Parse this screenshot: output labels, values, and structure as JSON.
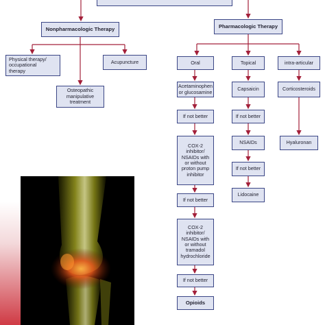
{
  "nodes": {
    "nonpharm": "Nonpharmacologic Therapy",
    "pharm": "Pharmacologic Therapy",
    "physical": "Physical therapy/\noccupational\ntherapy",
    "acupuncture": "Acupuncture",
    "osteopathic": "Osteopathic\nmanipulative\ntreatment",
    "oral": "Oral",
    "topical": "Topical",
    "intra": "intra-articular",
    "acetaminophen": "Acetaminophen\nor glucosamine",
    "oral_nb1": "If not better",
    "cox2_ppi": "COX-2\ninhibitor/\nNSAIDs with\nor without\nproton pump\ninhibitor",
    "oral_nb2": "If not better",
    "cox2_tramadol": "COX-2\ninhibitor/\nNSAIDs with\nor without\ntramadol\nhydrochloride",
    "oral_nb3": "If not better",
    "opioids": "Opioids",
    "capsaicin": "Capsaicin",
    "top_nb1": "If not better",
    "nsaids": "NSAIDs",
    "top_nb2": "If not better",
    "lidocaine": "Lidocaine",
    "corticosteroids": "Corticosteroids",
    "hyaluronan": "Hyaluronan"
  },
  "colors": {
    "arrow": "#a3203a",
    "box_fill": "#dfe3f1",
    "box_border": "#3a4585",
    "sidebar_red": "#cf3a44"
  },
  "image": {
    "subject": "knee-xray"
  }
}
